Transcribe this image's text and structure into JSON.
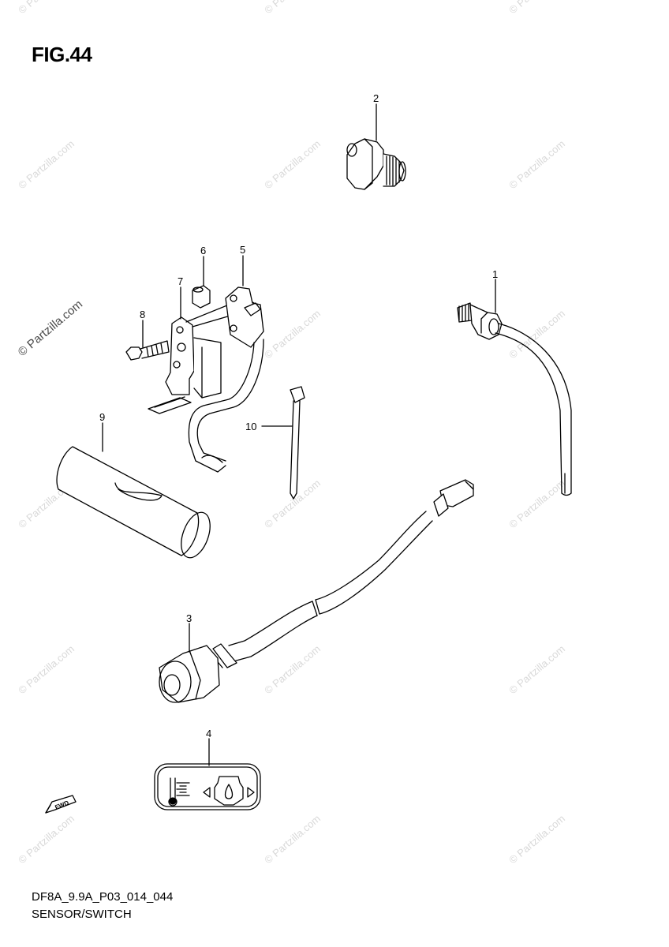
{
  "figure": {
    "title": "FIG.44",
    "drawing_code": "DF8A_9.9A_P03_014_044",
    "drawing_name": "SENSOR/SWITCH",
    "fwd_label": "FWD"
  },
  "watermark": {
    "text": "© Partzilla.com"
  },
  "callouts": [
    {
      "id": "callout-1",
      "label": "1"
    },
    {
      "id": "callout-2",
      "label": "2"
    },
    {
      "id": "callout-3",
      "label": "3"
    },
    {
      "id": "callout-4",
      "label": "4"
    },
    {
      "id": "callout-5",
      "label": "5"
    },
    {
      "id": "callout-6",
      "label": "6"
    },
    {
      "id": "callout-7",
      "label": "7"
    },
    {
      "id": "callout-8",
      "label": "8"
    },
    {
      "id": "callout-9",
      "label": "9"
    },
    {
      "id": "callout-10",
      "label": "10"
    }
  ],
  "colors": {
    "line": "#000000",
    "watermark": "#d9d9d9",
    "background": "#ffffff"
  }
}
